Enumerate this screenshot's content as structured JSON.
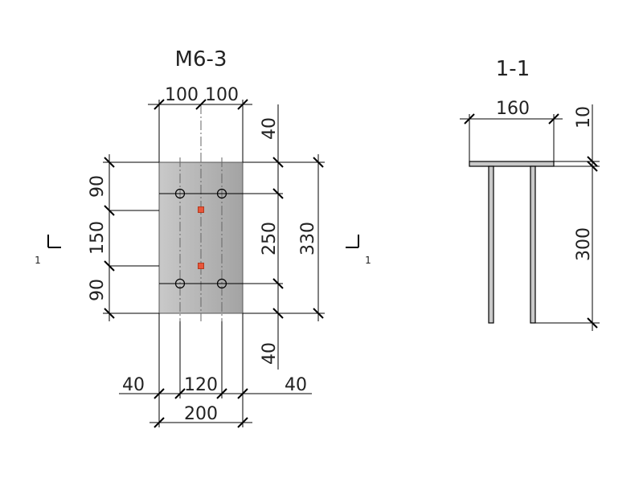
{
  "plan": {
    "title": "M6-3",
    "dims": {
      "top_left": "100",
      "top_right": "100",
      "top_edge": "40",
      "left_top": "90",
      "left_mid": "150",
      "left_bot": "90",
      "inner": "250",
      "overall": "330",
      "bottom_edge": "40",
      "bottom_left": "40",
      "bottom_mid": "120",
      "bottom_right": "40",
      "width": "200"
    },
    "section_left": "1",
    "section_right": "1"
  },
  "section": {
    "title": "1-1",
    "dims": {
      "plate_width": "160",
      "plate_thickness": "10",
      "stud_length": "300"
    }
  },
  "colors": {
    "plate_fill_start": "#c9c9c9",
    "plate_fill_end": "#a3a3a3",
    "stud_marker": "#e8553a"
  }
}
